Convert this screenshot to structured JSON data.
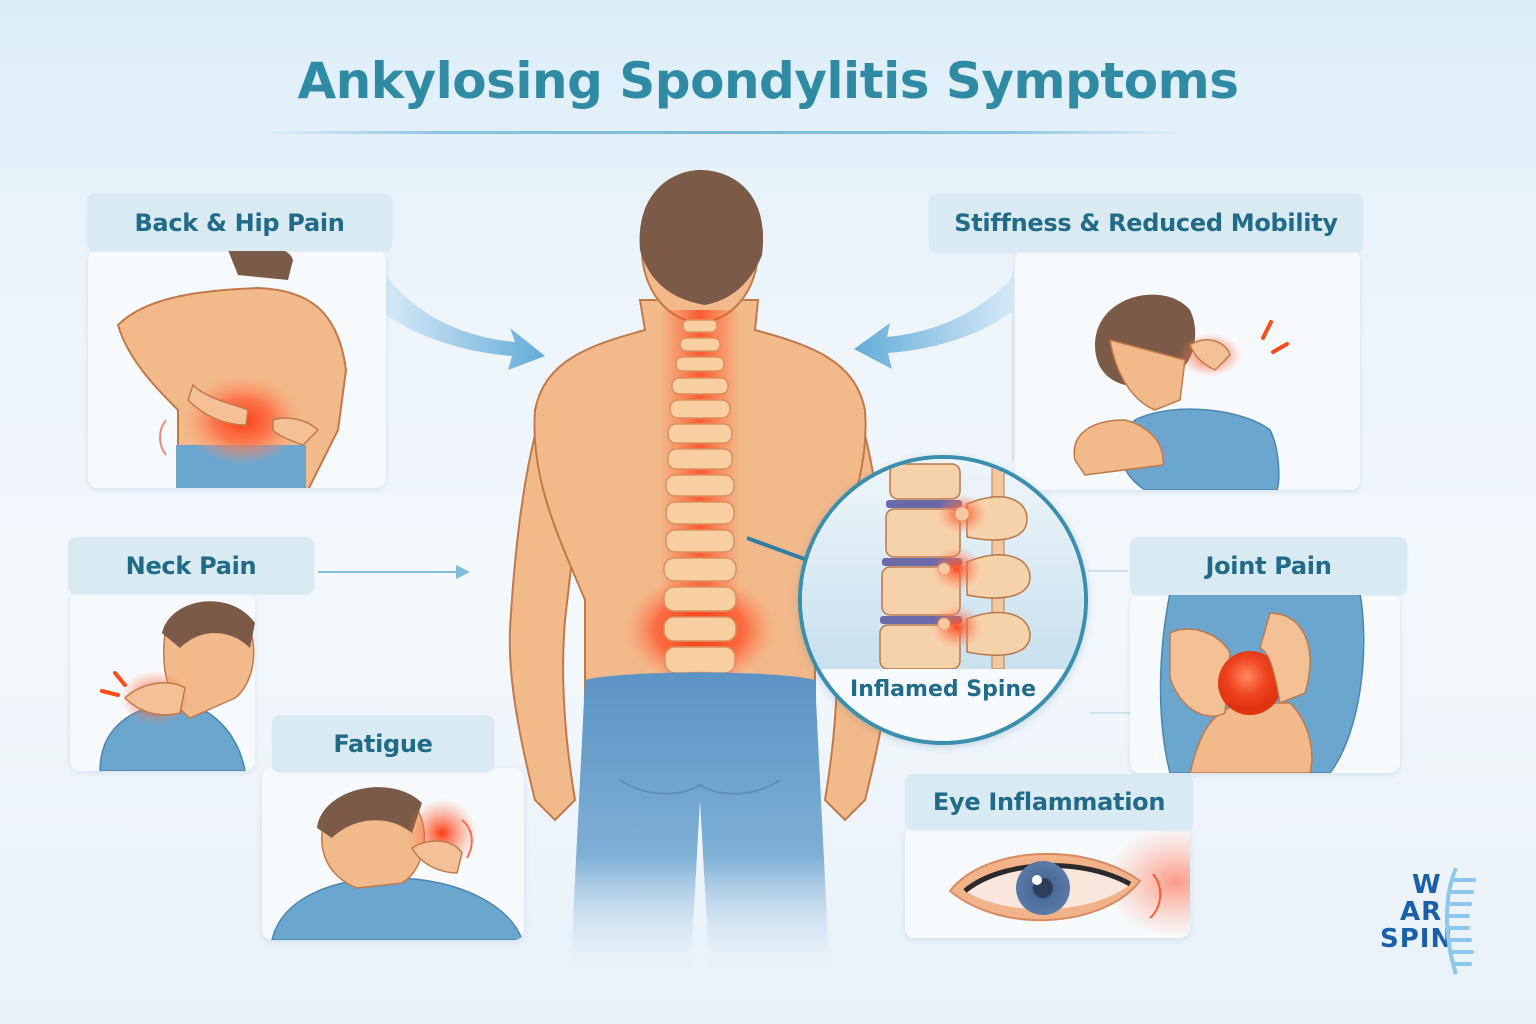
{
  "title": "Ankylosing Spondylitis Symptoms",
  "colors": {
    "title": "#2e8ba3",
    "label_text": "#1f6b88",
    "label_bg": "#d9eaf2",
    "inflammation": "#f04a24",
    "skin": "#f2b98a",
    "shirt": "#6ba6cf",
    "hair": "#7b5a48",
    "arrow": "#6ab2dc"
  },
  "symptoms": [
    {
      "id": "back-hip-pain",
      "label": "Back & Hip Pain",
      "illustration": "man-holding-lower-back"
    },
    {
      "id": "stiffness",
      "label": "Stiffness & Reduced Mobility",
      "illustration": "man-holding-neck-shoulder"
    },
    {
      "id": "neck-pain",
      "label": "Neck Pain",
      "illustration": "man-rubbing-neck"
    },
    {
      "id": "joint-pain",
      "label": "Joint Pain",
      "illustration": "hands-on-inflamed-knee"
    },
    {
      "id": "fatigue",
      "label": "Fatigue",
      "illustration": "tired-man-resting-head"
    },
    {
      "id": "eye-inflammation",
      "label": "Eye Inflammation",
      "illustration": "red-inflamed-eye"
    }
  ],
  "center": {
    "illustration": "man-back-view-inflamed-spine",
    "callout_label": "Inflamed Spine"
  },
  "logo": {
    "lines": [
      "W",
      "AR",
      "SPIN"
    ]
  }
}
